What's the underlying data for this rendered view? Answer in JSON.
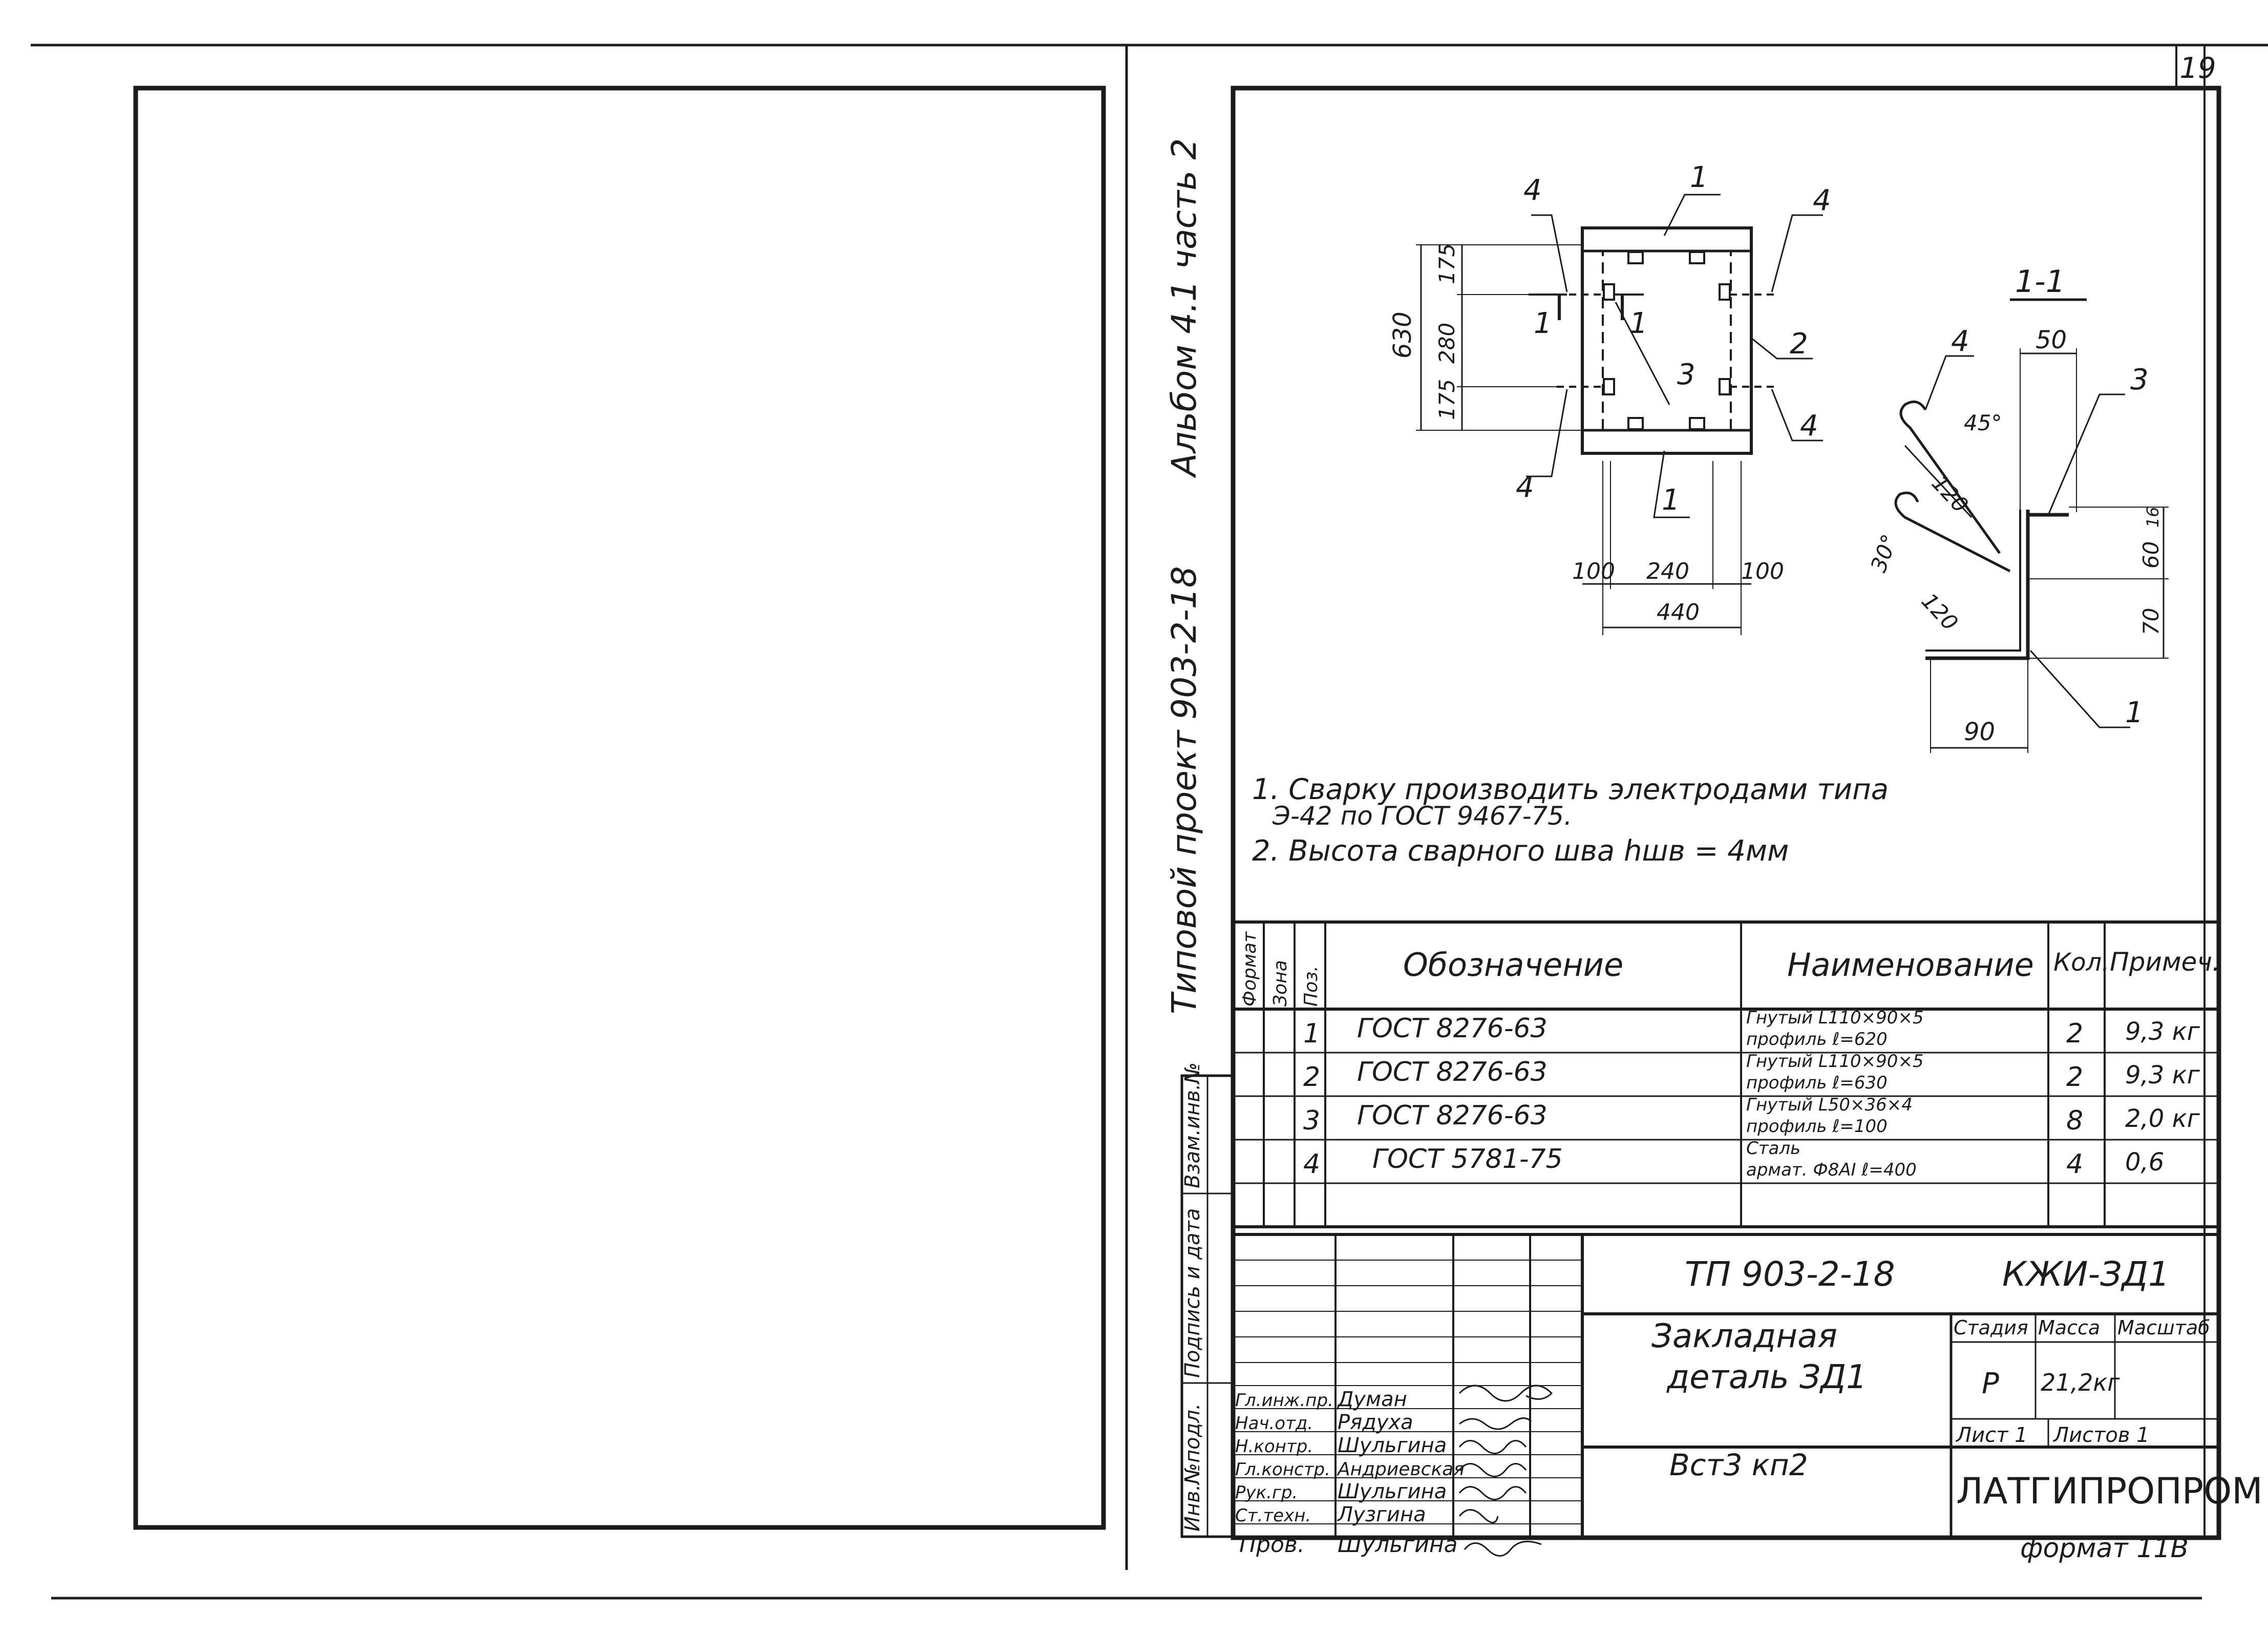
{
  "sheet_number": "19",
  "side_stamp": {
    "line1": "Альбом 4.1  часть 2",
    "line2": "Типовой  проект  903-2-18"
  },
  "left_margin_labels": [
    "Инв.№подл.",
    "Подпись и дата",
    "Взам.инв.№"
  ],
  "drawing": {
    "pos_labels": [
      "1",
      "1",
      "2",
      "3",
      "4",
      "4",
      "4",
      "4"
    ],
    "section_cut_labels": [
      "1",
      "1"
    ],
    "dims_plan": [
      "630",
      "175",
      "280",
      "175",
      "100",
      "240",
      "100",
      "440"
    ],
    "section": {
      "title": "1-1",
      "labels": [
        "4",
        "3",
        "1"
      ],
      "dims": [
        "50",
        "120",
        "120",
        "16",
        "60",
        "70",
        "90"
      ],
      "angles": [
        "45°",
        "30°"
      ]
    }
  },
  "notes": [
    "1. Сварку  производить  электродами  типа",
    "Э-42 по ГОСТ 9467-75.",
    "2. Высота сварного  шва  hшв = 4мм"
  ],
  "spec_table": {
    "headers": [
      "Формат",
      "Зона",
      "Поз.",
      "Обозначение",
      "Наименование",
      "Кол.",
      "Примеч."
    ],
    "rows": [
      {
        "pos": "1",
        "designation": "ГОСТ  8276-63",
        "name1": "Гнутый  L110×90×5",
        "name2": "профиль  ℓ=620",
        "qty": "2",
        "note": "9,3 кг"
      },
      {
        "pos": "2",
        "designation": "ГОСТ  8276-63",
        "name1": "Гнутый  L110×90×5",
        "name2": "профиль  ℓ=630",
        "qty": "2",
        "note": "9,3 кг"
      },
      {
        "pos": "3",
        "designation": "ГОСТ  8276-63",
        "name1": "Гнутый  L50×36×4",
        "name2": "профиль  ℓ=100",
        "qty": "8",
        "note": "2,0 кг"
      },
      {
        "pos": "4",
        "designation": "ГОСТ  5781-75",
        "name1": "Сталь",
        "name2": "армат.  Ф8АI  ℓ=400",
        "qty": "4",
        "note": "0,6"
      }
    ]
  },
  "title_block": {
    "project_code": "ТП 903-2-18",
    "mark": "КЖИ-ЗД1",
    "title_line1": "Закладная",
    "title_line2": "деталь  ЗД1",
    "material": "Вст3 кп2",
    "stage_header": "Стадия",
    "mass_header": "Масса",
    "scale_header": "Масштаб",
    "stage": "Р",
    "mass": "21,2кг",
    "sheet": "Лист 1",
    "sheets": "Листов 1",
    "organization": "ЛАТГИПРОПРОМ",
    "format": "формат 11В",
    "signers": [
      {
        "role": "Гл.инж.пр.",
        "name": "Думан"
      },
      {
        "role": "Нач.отд.",
        "name": "Рядуха"
      },
      {
        "role": "Н.контр.",
        "name": "Шульгина"
      },
      {
        "role": "Гл.констр.",
        "name": "Андриевская"
      },
      {
        "role": "Рук.гр.",
        "name": "Шульгина"
      },
      {
        "role": "Ст.техн.",
        "name": "Лузгина"
      },
      {
        "role": "Пров.",
        "name": "Шульгина"
      }
    ]
  }
}
